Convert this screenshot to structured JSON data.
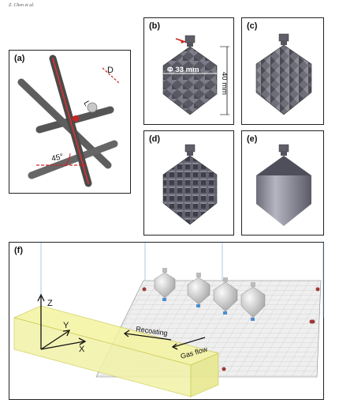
{
  "header": {
    "running_head": "Z. Chen et al."
  },
  "figure": {
    "panels": {
      "a": {
        "label": "(a)",
        "dim_d": "D",
        "dim_l": "L",
        "angle": "45°"
      },
      "b": {
        "label": "(b)",
        "width": "Φ 33 mm",
        "height": "40 mm"
      },
      "c": {
        "label": "(c)"
      },
      "d": {
        "label": "(d)"
      },
      "e": {
        "label": "(e)"
      },
      "f": {
        "label": "(f)",
        "axis_z": "Z",
        "axis_y": "Y",
        "axis_x": "X",
        "recoating": "Recoating",
        "gas_flow": "Gas flow"
      }
    }
  }
}
